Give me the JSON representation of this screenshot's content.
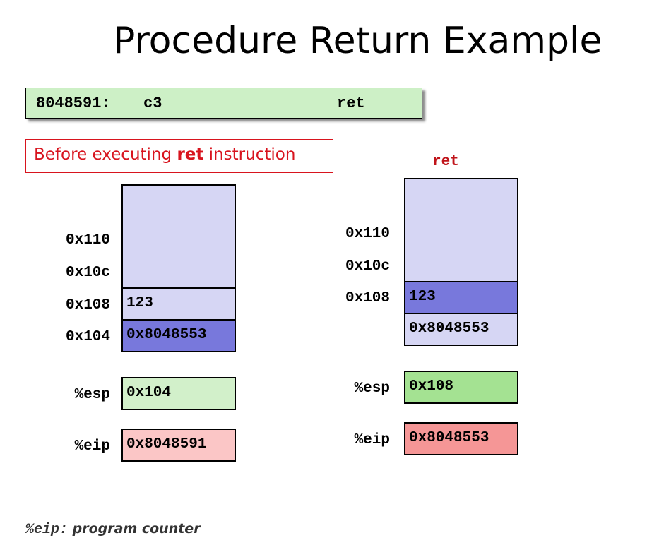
{
  "title": "Procedure Return Example",
  "instruction": {
    "address": "8048591:",
    "opcode": "c3",
    "mnemonic": "ret"
  },
  "before_label": {
    "prefix": "Before executing ",
    "keyword": "ret",
    "suffix": " instruction"
  },
  "after_label": "ret",
  "before": {
    "addresses": [
      "0x110",
      "0x10c",
      "0x108",
      "0x104"
    ],
    "stack_values": {
      "a108": "123",
      "a104": "0x8048553"
    },
    "esp_label": "%esp",
    "esp_value": "0x104",
    "eip_label": "%eip",
    "eip_value": "0x8048591"
  },
  "after": {
    "addresses": [
      "0x110",
      "0x10c",
      "0x108"
    ],
    "stack_values": {
      "a108": "123",
      "below": "0x8048553"
    },
    "esp_label": "%esp",
    "esp_value": "0x108",
    "eip_label": "%eip",
    "eip_value": "0x8048553"
  },
  "footer": {
    "code": "%eip:",
    "text": " program counter"
  },
  "colors": {
    "stack": "#d6d6f4",
    "stack_highlight": "#7878dc",
    "esp_before": "#d2f0ca",
    "esp_after": "#a4e292",
    "eip_before": "#fbc6c6",
    "eip_after": "#f59696",
    "instruction_bg": "#cdf0c6",
    "accent_red": "#d8141e"
  }
}
